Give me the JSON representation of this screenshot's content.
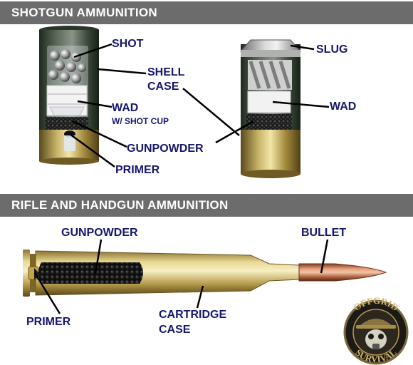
{
  "sections": {
    "shotgun_title": "SHOTGUN AMMUNITION",
    "rifle_title": "RIFLE AND HANDGUN AMMUNITION"
  },
  "labels": {
    "shot": "SHOT",
    "shell_case_line1": "SHELL",
    "shell_case_line2": "CASE",
    "wad_left": "WAD",
    "wad_left_sub": "W/ SHOT CUP",
    "gunpowder_shotgun": "GUNPOWDER",
    "primer_shotgun": "PRIMER",
    "slug": "SLUG",
    "wad_right": "WAD",
    "gunpowder_rifle": "GUNPOWDER",
    "bullet": "BULLET",
    "primer_rifle": "PRIMER",
    "cartridge_case_line1": "CARTRIDGE",
    "cartridge_case_line2": "CASE"
  },
  "logo": {
    "text_top": "OFFGRID",
    "text_bottom": "SURVIVAL"
  },
  "colors": {
    "banner": "#6c6c6c",
    "label": "#15166e",
    "leader_line": "#000000"
  }
}
